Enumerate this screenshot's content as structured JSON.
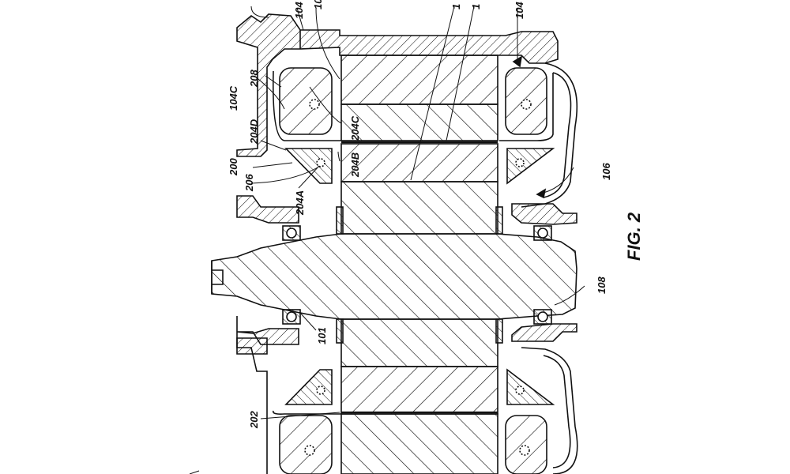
{
  "figure": {
    "title": "FIG. 2",
    "labels": {
      "l104c": "104C",
      "l208": "208",
      "l104_tl1": "104",
      "l10_tl2": "10",
      "l1_t1": "1",
      "l1_t2": "1",
      "l104_tr": "104",
      "l204c": "204C",
      "l204d": "204D",
      "l204b": "204B",
      "l200": "200",
      "l206": "206",
      "l204a": "204A",
      "l106": "106",
      "l108": "108",
      "l101": "101",
      "l202": "202"
    }
  },
  "colors": {
    "ink": "#111111",
    "background": "#ffffff"
  }
}
